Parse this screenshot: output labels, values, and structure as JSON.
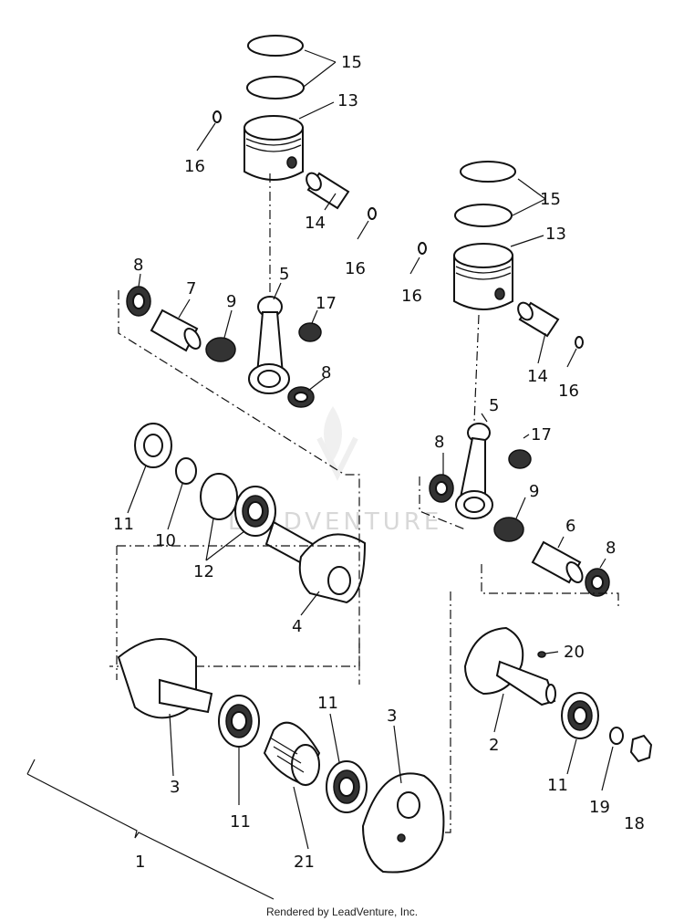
{
  "labels": {
    "l1": "1",
    "l2": "2",
    "l3a": "3",
    "l3b": "3",
    "l4": "4",
    "l5a": "5",
    "l5b": "5",
    "l6": "6",
    "l7": "7",
    "l8a": "8",
    "l8b": "8",
    "l8c": "8",
    "l8d": "8",
    "l9a": "9",
    "l9b": "9",
    "l10": "10",
    "l11a": "11",
    "l11b": "11",
    "l11c": "11",
    "l11d": "11",
    "l12": "12",
    "l13a": "13",
    "l13b": "13",
    "l14a": "14",
    "l14b": "14",
    "l15a": "15",
    "l15b": "15",
    "l16a": "16",
    "l16b": "16",
    "l16c": "16",
    "l16d": "16",
    "l17a": "17",
    "l17b": "17",
    "l18": "18",
    "l19": "19",
    "l20": "20",
    "l21": "21"
  },
  "watermark": "LEADVENTURE",
  "footer": "Rendered by LeadVenture, Inc."
}
